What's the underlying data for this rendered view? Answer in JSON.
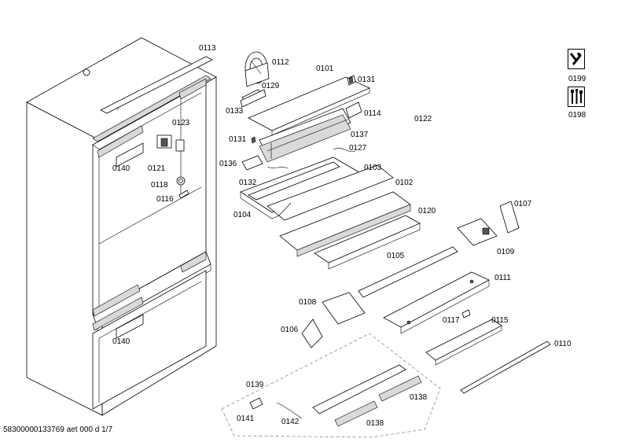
{
  "labels": [
    {
      "id": "0113",
      "text": "0113"
    },
    {
      "id": "0112",
      "text": "0112"
    },
    {
      "id": "0101",
      "text": "0101"
    },
    {
      "id": "0131a",
      "text": "0131"
    },
    {
      "id": "0129",
      "text": "0129"
    },
    {
      "id": "0133",
      "text": "0133"
    },
    {
      "id": "0114",
      "text": "0114"
    },
    {
      "id": "0123",
      "text": "0123"
    },
    {
      "id": "0122",
      "text": "0122"
    },
    {
      "id": "0137",
      "text": "0137"
    },
    {
      "id": "0131b",
      "text": "0131"
    },
    {
      "id": "0127",
      "text": "0127"
    },
    {
      "id": "0140a",
      "text": "0140"
    },
    {
      "id": "0121",
      "text": "0121"
    },
    {
      "id": "0136",
      "text": "0136"
    },
    {
      "id": "0103",
      "text": "0103"
    },
    {
      "id": "0118",
      "text": "0118"
    },
    {
      "id": "0132",
      "text": "0132"
    },
    {
      "id": "0102",
      "text": "0102"
    },
    {
      "id": "0116",
      "text": "0116"
    },
    {
      "id": "0104",
      "text": "0104"
    },
    {
      "id": "0120",
      "text": "0120"
    },
    {
      "id": "0107",
      "text": "0107"
    },
    {
      "id": "0109",
      "text": "0109"
    },
    {
      "id": "0105",
      "text": "0105"
    },
    {
      "id": "0111",
      "text": "0111"
    },
    {
      "id": "0108",
      "text": "0108"
    },
    {
      "id": "0117",
      "text": "0117"
    },
    {
      "id": "0115",
      "text": "0115"
    },
    {
      "id": "0106",
      "text": "0106"
    },
    {
      "id": "0140b",
      "text": "0140"
    },
    {
      "id": "0110",
      "text": "0110"
    },
    {
      "id": "0139",
      "text": "0139"
    },
    {
      "id": "0138a",
      "text": "0138"
    },
    {
      "id": "0141",
      "text": "0141"
    },
    {
      "id": "0142",
      "text": "0142"
    },
    {
      "id": "0138b",
      "text": "0138"
    },
    {
      "id": "0199",
      "text": "0199"
    },
    {
      "id": "0198",
      "text": "0198"
    }
  ],
  "footer": "58300000133769 aet 000 d 1/7",
  "icons": {
    "tool": "wrench-screwdriver-icon",
    "screws": "screws-icon"
  }
}
